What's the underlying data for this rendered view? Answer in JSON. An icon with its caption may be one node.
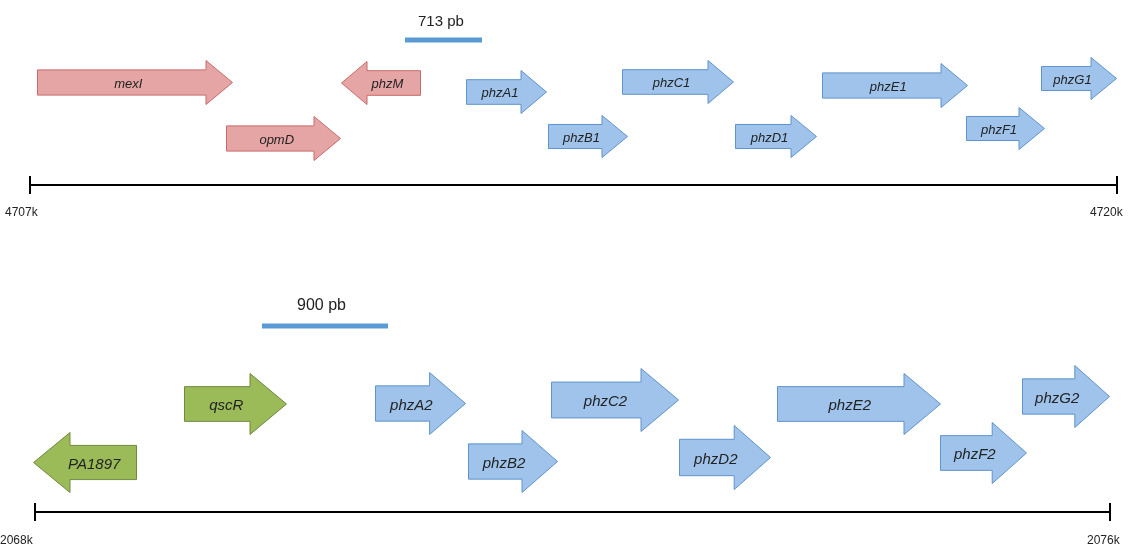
{
  "diagram": {
    "nodes": [
      {
        "text": [
          "mexI"
        ]
      },
      {
        "text": [
          "opmD"
        ]
      },
      {
        "text": [
          "phzM"
        ]
      },
      {
        "text": [
          "phzA1"
        ]
      },
      {
        "text": [
          "phzB1"
        ]
      },
      {
        "text": [
          "phzC1"
        ]
      },
      {
        "text": [
          "phzD1"
        ]
      },
      {
        "text": [
          "phzE1"
        ]
      },
      {
        "text": [
          "phzF1"
        ]
      },
      {
        "text": [
          "phzG1"
        ]
      },
      {
        "text": [
          "qscR"
        ]
      },
      {
        "text": [
          "PA1897"
        ]
      },
      {
        "text": [
          "phzA2"
        ]
      },
      {
        "text": [
          "phzB2"
        ]
      },
      {
        "text": [
          "phzC2"
        ]
      },
      {
        "text": [
          "phzD2"
        ]
      },
      {
        "text": [
          "phzE2"
        ]
      },
      {
        "text": [
          "phzF2"
        ]
      },
      {
        "text": [
          "phzG2"
        ]
      }
    ],
    "labels": [
      "713 pb",
      "4707k",
      "4720k",
      "900 pb",
      "2068k",
      "2076k"
    ]
  }
}
